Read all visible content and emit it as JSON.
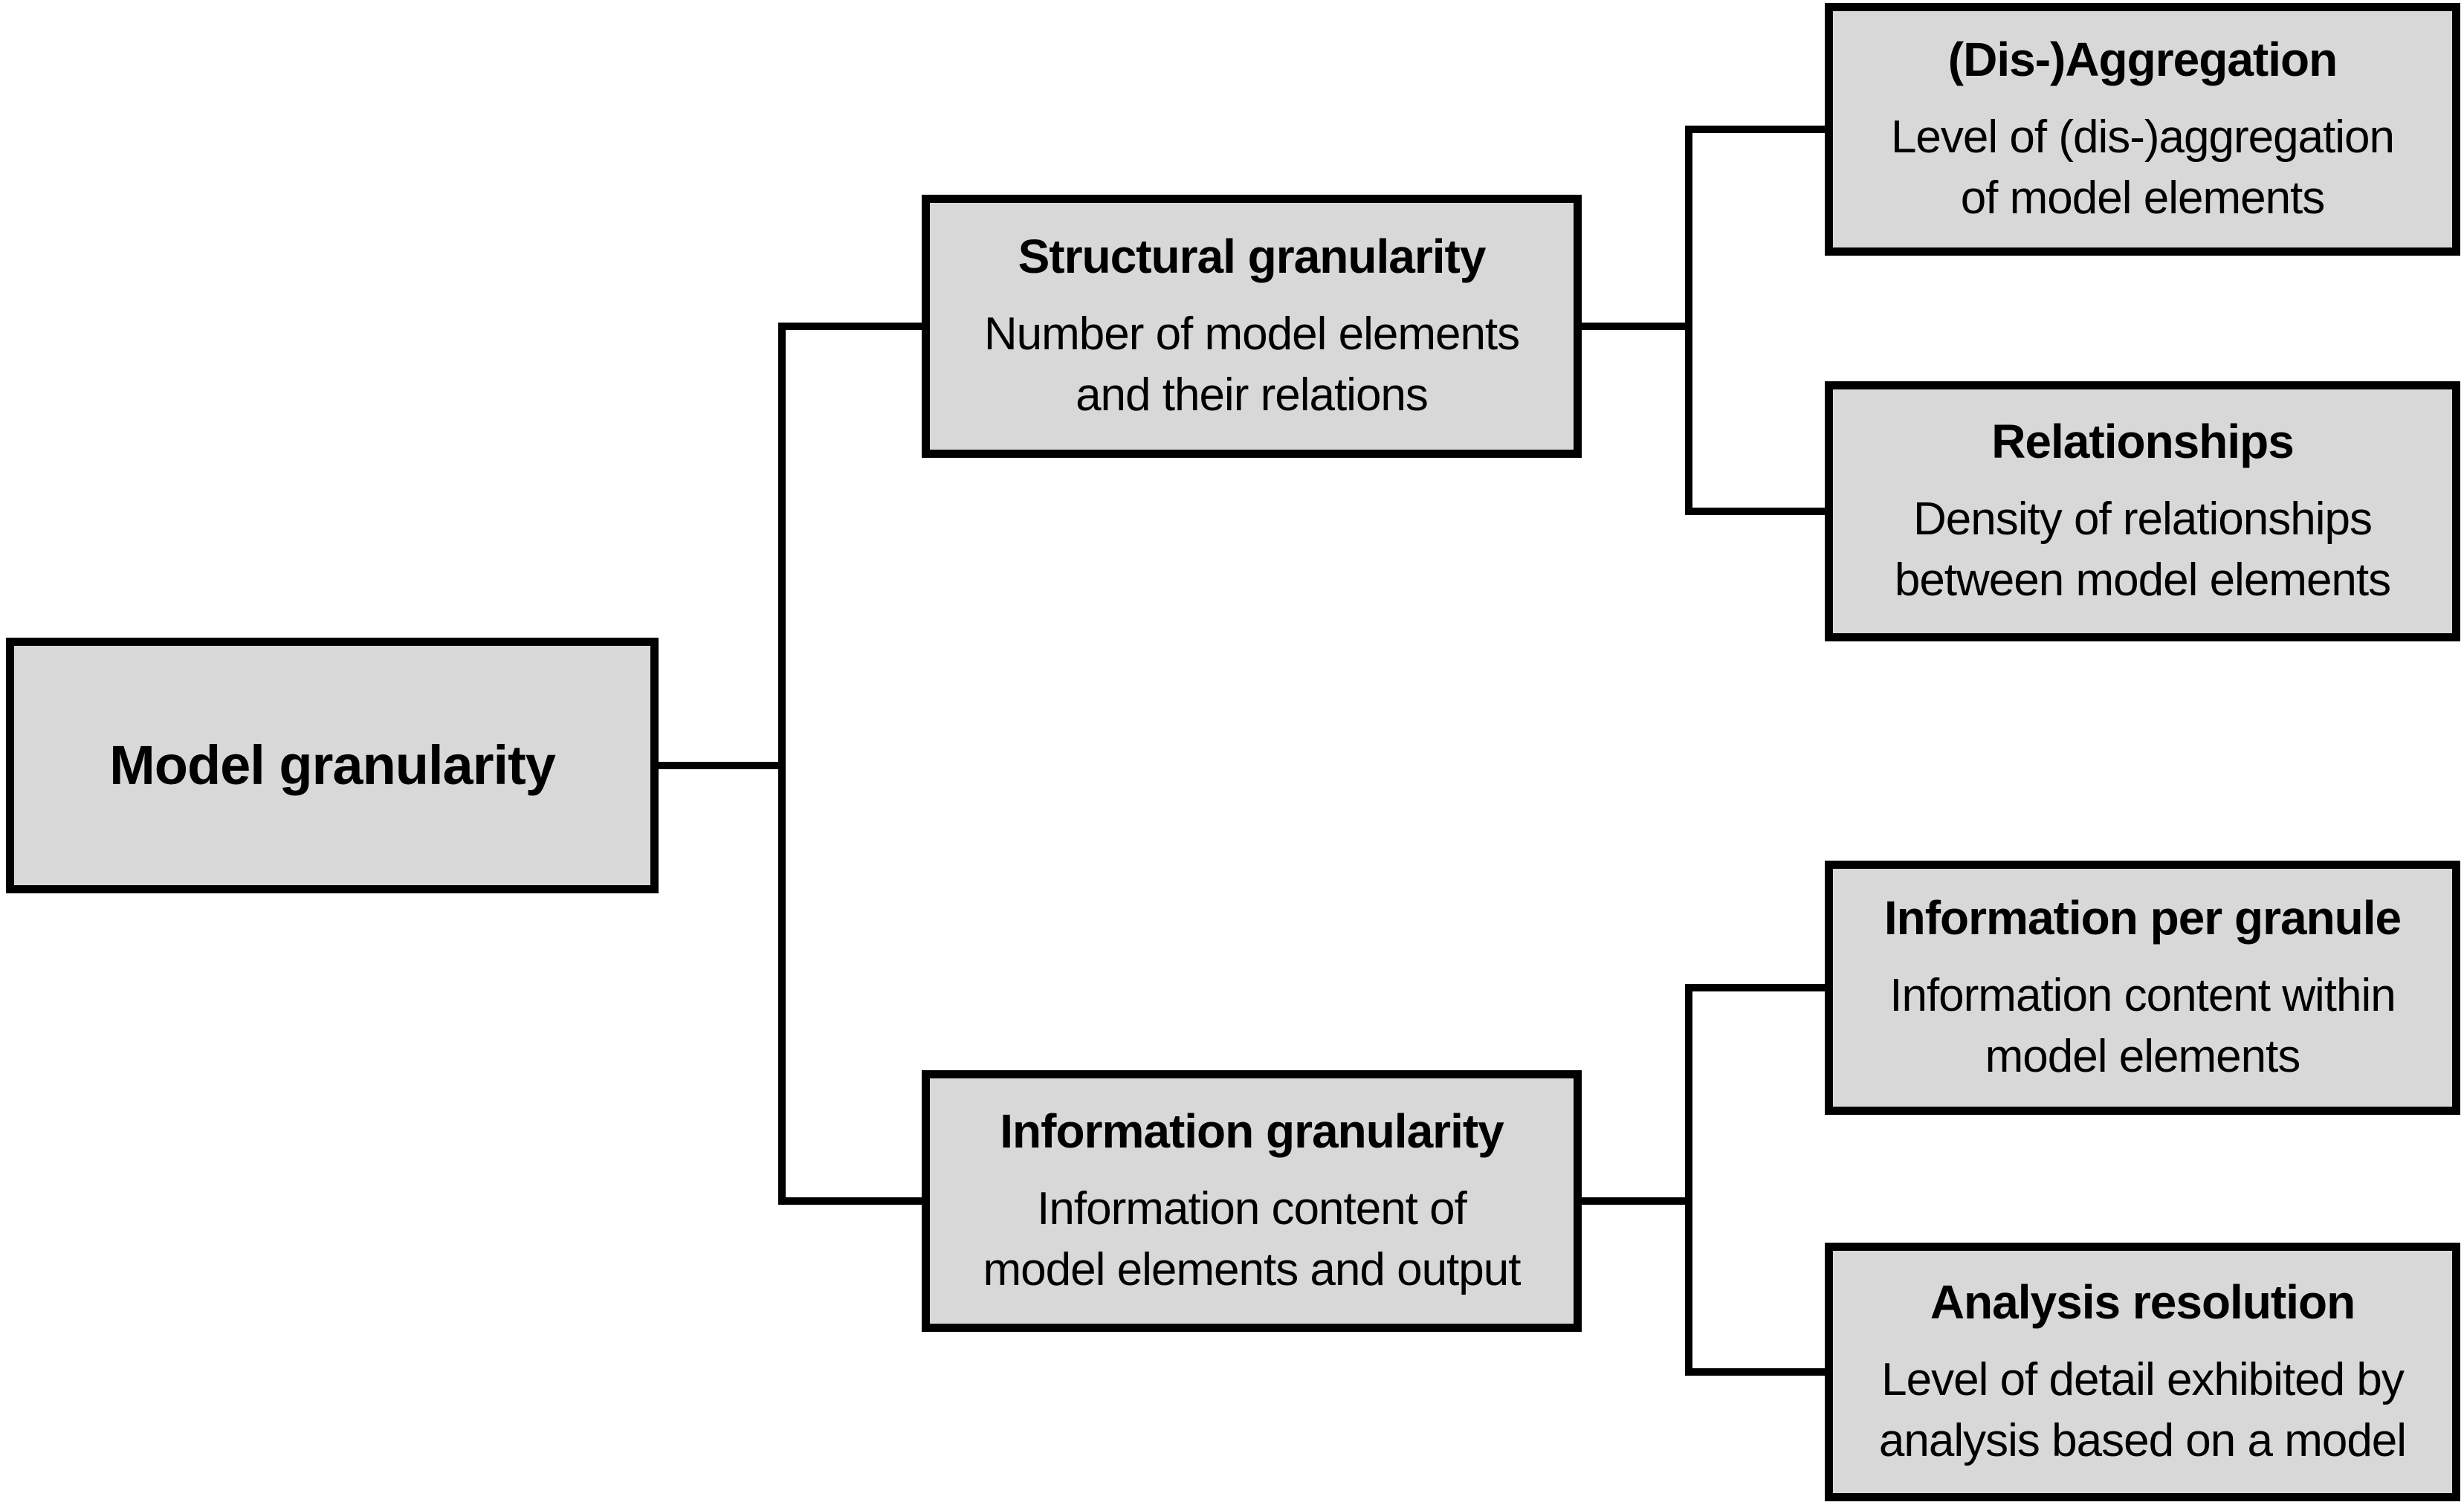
{
  "diagram": {
    "root": {
      "title": "Model granularity"
    },
    "branches": [
      {
        "title": "Structural granularity",
        "desc": [
          "Number of model elements",
          "and their relations"
        ],
        "children": [
          {
            "title": "(Dis-)Aggregation",
            "desc": [
              "Level of (dis-)aggregation",
              "of model elements"
            ]
          },
          {
            "title": "Relationships",
            "desc": [
              "Density of relationships",
              "between model elements"
            ]
          }
        ]
      },
      {
        "title": "Information granularity",
        "desc": [
          "Information content of",
          "model elements and output"
        ],
        "children": [
          {
            "title": "Information per granule",
            "desc": [
              "Information content within",
              "model elements"
            ]
          },
          {
            "title": "Analysis resolution",
            "desc": [
              "Level of detail exhibited by",
              "analysis based on a model"
            ]
          }
        ]
      }
    ],
    "colors": {
      "box_fill": "#d8d8d8",
      "box_border": "#000000",
      "line": "#000000",
      "background": "#ffffff"
    }
  }
}
